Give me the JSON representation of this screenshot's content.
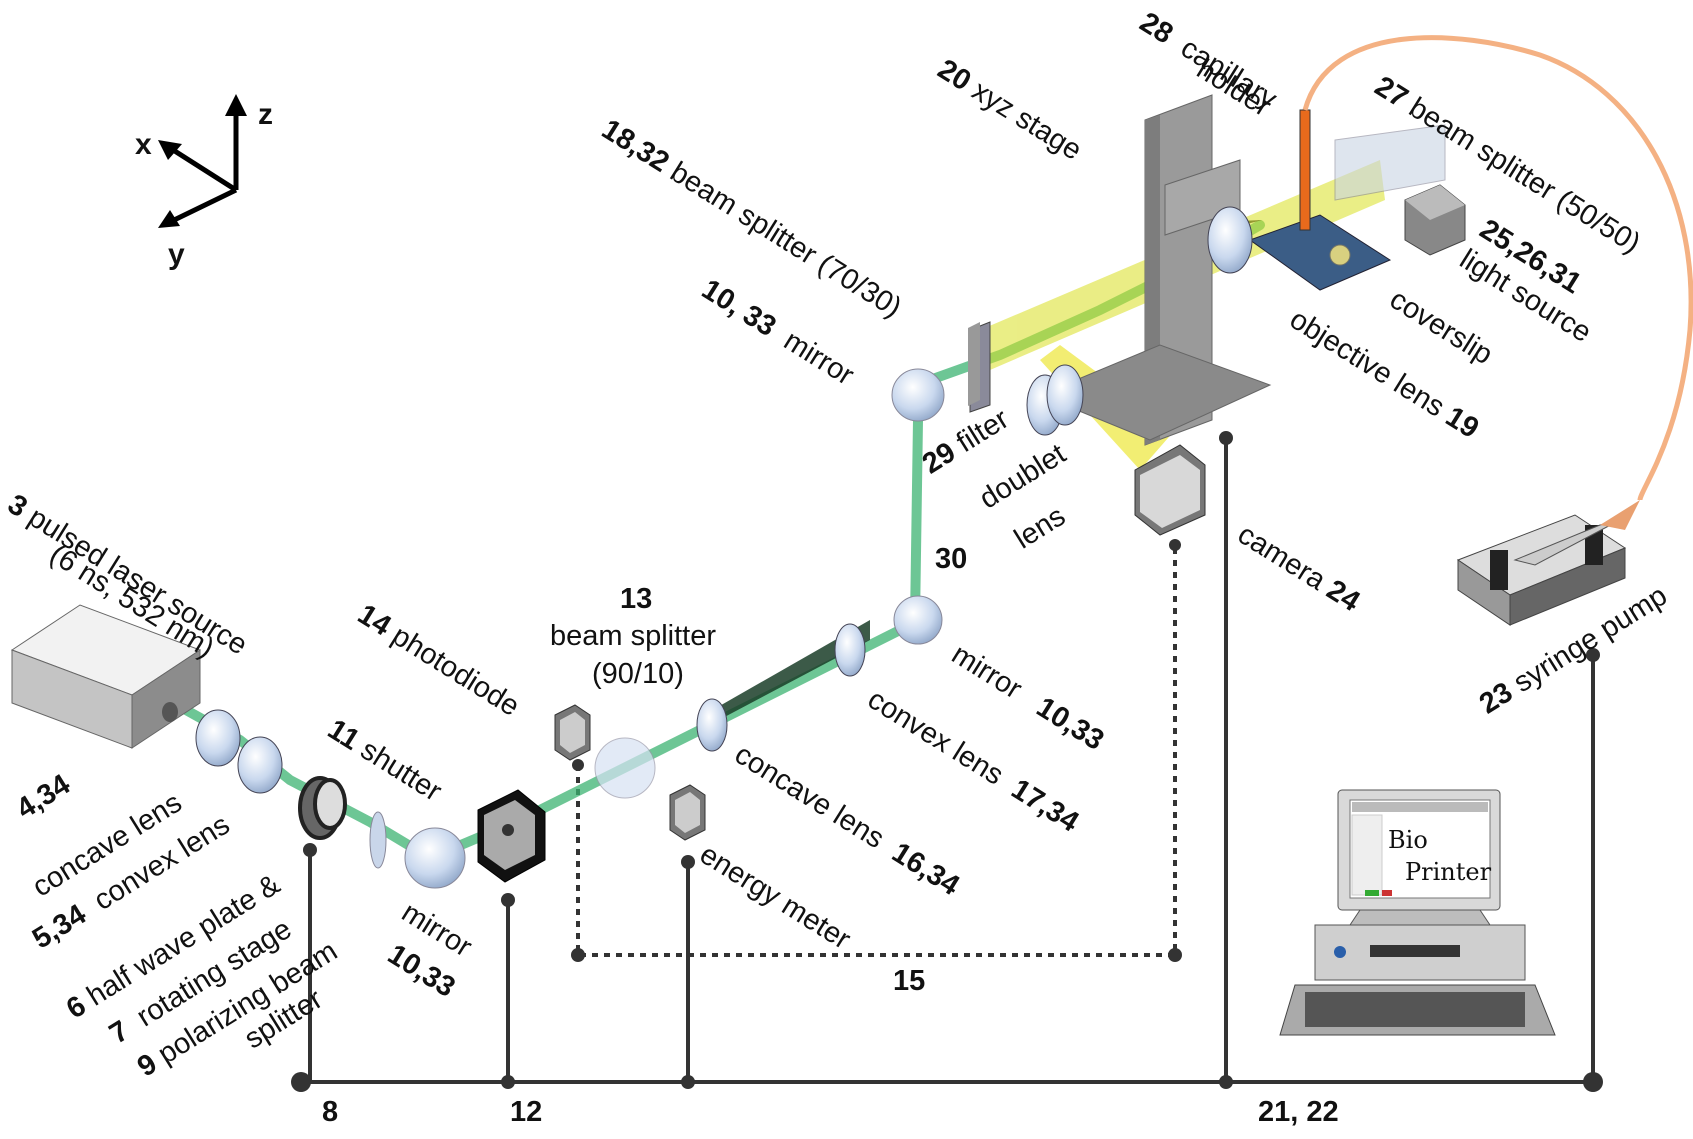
{
  "axes": {
    "x": "x",
    "y": "y",
    "z": "z"
  },
  "labels": {
    "l28": {
      "num": "28",
      "text": "capillary"
    },
    "l28b": {
      "text": "holder"
    },
    "l20": {
      "num": "20",
      "text": "xyz stage"
    },
    "l27": {
      "num": "27",
      "text": "beam splitter (50/50)"
    },
    "l1832": {
      "num": "18,32",
      "text": "beam splitter (70/30)"
    },
    "l25": {
      "num": "25,26,31",
      "text": ""
    },
    "l25b": {
      "text": "light source"
    },
    "lcover": {
      "text": "coverslip"
    },
    "l19": {
      "text": "objective lens",
      "num": "19"
    },
    "l1033a": {
      "num": "10, 33",
      "text": "mirror"
    },
    "l29": {
      "num": "29",
      "text": "filter"
    },
    "l30a": {
      "text": "doublet"
    },
    "l30b": {
      "text": "lens"
    },
    "l30n": {
      "num": "30"
    },
    "l24": {
      "text": "camera",
      "num": "24"
    },
    "l23": {
      "num": "23",
      "text": "syringe pump"
    },
    "l3a": {
      "num": "3",
      "text": "pulsed laser source"
    },
    "l3b": {
      "text": "(6 ns, 532 nm)"
    },
    "l14": {
      "num": "14",
      "text": "photodiode"
    },
    "l13n": {
      "num": "13"
    },
    "l13a": {
      "text": "beam splitter"
    },
    "l13b": {
      "text": "(90/10)"
    },
    "l1033b": {
      "text": "mirror",
      "num": "10,33"
    },
    "l1734": {
      "text": "convex lens",
      "num": "17,34"
    },
    "l11": {
      "num": "11",
      "text": "shutter"
    },
    "l1634": {
      "text": "concave lens",
      "num": "16,34"
    },
    "l434n": {
      "num": "4,34"
    },
    "l434": {
      "text": "concave lens"
    },
    "l534": {
      "num": "5,34",
      "text": "convex lens"
    },
    "l6": {
      "num": "6",
      "text": "half wave plate &"
    },
    "l7": {
      "num": "7",
      "text": "rotating stage"
    },
    "l9": {
      "num": "9",
      "text": "polarizing beam"
    },
    "l9b": {
      "text": "splitter"
    },
    "lmir3a": {
      "text": "mirror"
    },
    "lmir3b": {
      "num": "10,33"
    },
    "lenergy": {
      "text": "energy meter"
    },
    "l15": {
      "num": "15"
    },
    "l8": {
      "num": "8"
    },
    "l12": {
      "num": "12"
    },
    "l2122": {
      "num": "21, 22"
    }
  },
  "screen": {
    "line1": "Bio",
    "line2": "Printer"
  },
  "colors": {
    "laser": "#3cb371",
    "light": "#e8e000",
    "tube": "#f4b183",
    "capillary": "#e86a1c",
    "stage": "#888888",
    "wire": "#333333"
  }
}
